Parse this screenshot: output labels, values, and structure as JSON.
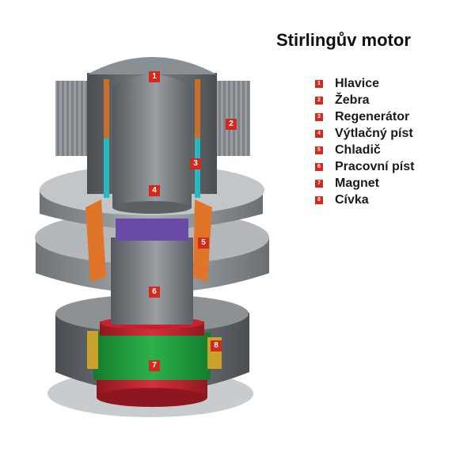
{
  "title": "Stirlingův motor",
  "colors": {
    "badge": "#d42a1e",
    "coil": "#1e9a3a",
    "magnet": "#c8202c",
    "regenerator": "#2ab8c0",
    "ribs": "#e0752a",
    "piston_band": "#6a4aa8",
    "body": "#8a8f93"
  },
  "legend": [
    {
      "number": "1",
      "label": "Hlavice"
    },
    {
      "number": "2",
      "label": "Žebra"
    },
    {
      "number": "3",
      "label": "Regenerátor"
    },
    {
      "number": "4",
      "label": "Výtlačný píst"
    },
    {
      "number": "5",
      "label": "Chladič"
    },
    {
      "number": "6",
      "label": "Pracovní píst"
    },
    {
      "number": "7",
      "label": "Magnet"
    },
    {
      "number": "8",
      "label": "Cívka"
    }
  ],
  "callouts": [
    "1",
    "2",
    "3",
    "4",
    "5",
    "6",
    "7",
    "8"
  ]
}
